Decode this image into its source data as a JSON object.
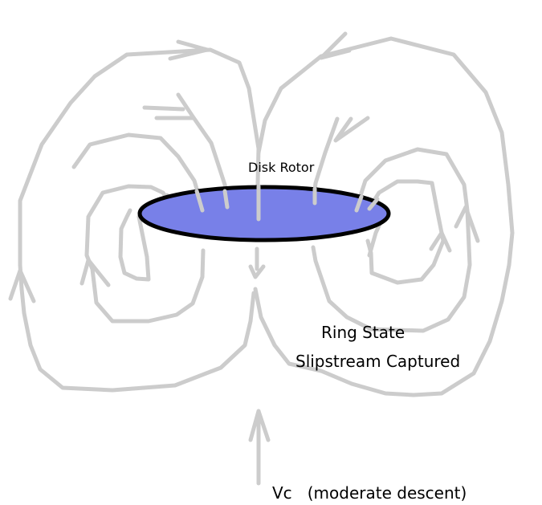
{
  "diagram": {
    "rotor_label": "Disk Rotor",
    "state_label": "Ring State",
    "state_sublabel": "Slipstream Captured",
    "velocity_label": "Vc   (moderate descent)",
    "colors": {
      "disk_fill": "#7880e8",
      "disk_outline": "#000000",
      "flow_lines": "#cccccc",
      "text": "#000000",
      "background": "#ffffff"
    }
  }
}
